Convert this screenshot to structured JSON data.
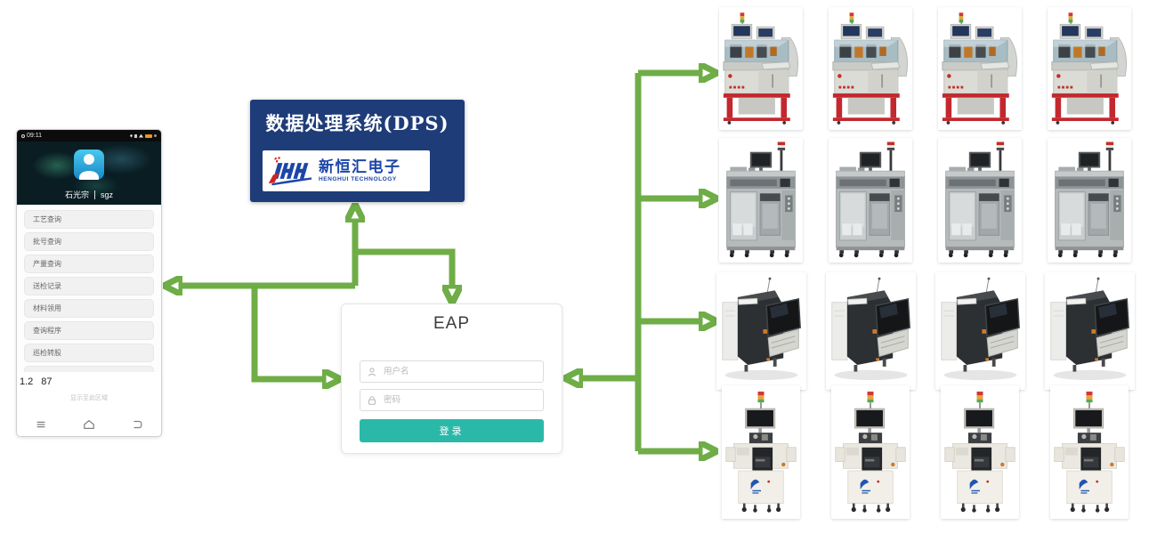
{
  "colors": {
    "arrow_green": "#6fad47",
    "banner_blue": "#1e3c78",
    "logo_blue": "#1c46a6",
    "logo_red": "#cf2621",
    "button_teal": "#2ab9a9"
  },
  "dps": {
    "title": "数据处理系统(DPS)",
    "logo_cn": "新恒汇电子",
    "logo_en": "HENGHUI TECHNOLOGY"
  },
  "phone": {
    "status_time": "09:11",
    "status_icons": [
      "nfc-icon",
      "bluetooth-icon",
      "wifi-icon",
      "battery-icon"
    ],
    "user_name": "石光宗",
    "user_id": "sgz",
    "menu_items": [
      "工艺查询",
      "批号查询",
      "产量查询",
      "送检记录",
      "材料领用",
      "查询程序",
      "巡检转股"
    ],
    "version": "1.2",
    "build": "87",
    "hint": "显示至此区域",
    "nav_icons": [
      "menu-icon",
      "home-icon",
      "back-icon"
    ]
  },
  "eap": {
    "title": "EAP",
    "username_placeholder": "用户名",
    "password_placeholder": "密码",
    "login_label": "登录",
    "field_icons": [
      "user-icon",
      "lock-icon"
    ]
  },
  "equipment": {
    "rows": [
      {
        "symbol": "bonder",
        "label": "wire-bonder-machine-photo",
        "count": 4
      },
      {
        "symbol": "handler",
        "label": "test-handler-machine-photo",
        "count": 4
      },
      {
        "symbol": "mounter",
        "label": "smt-mounter-machine-photo",
        "count": 4
      },
      {
        "symbol": "tester",
        "label": "white-tester-machine-photo",
        "count": 4
      }
    ]
  }
}
